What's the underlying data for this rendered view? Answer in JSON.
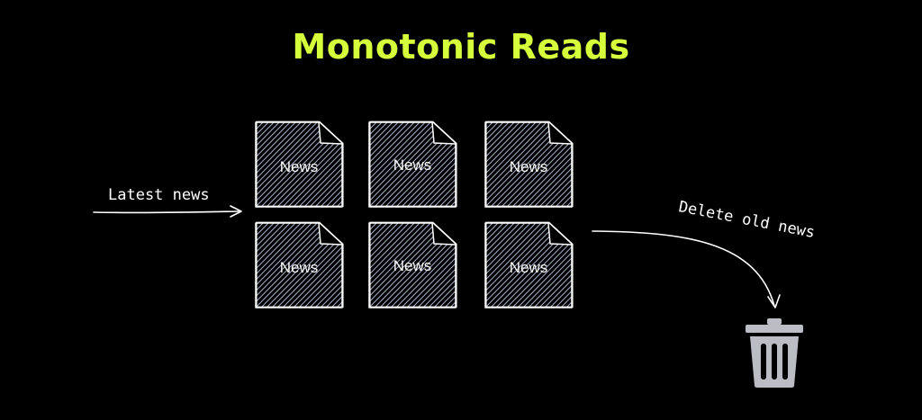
{
  "title": "Monotonic Reads",
  "colors": {
    "title": "#d4ff3a",
    "background": "#000000",
    "stroke": "#ffffff",
    "hatch": "#c9d4f5",
    "trash": "#bcbcc4"
  },
  "input_label": "Latest news",
  "output_label": "Delete old news",
  "documents": [
    {
      "label": "News"
    },
    {
      "label": "News"
    },
    {
      "label": "News"
    },
    {
      "label": "News"
    },
    {
      "label": "News"
    },
    {
      "label": "News"
    }
  ],
  "icons": {
    "bin": "trash-icon",
    "doc": "document-icon"
  }
}
